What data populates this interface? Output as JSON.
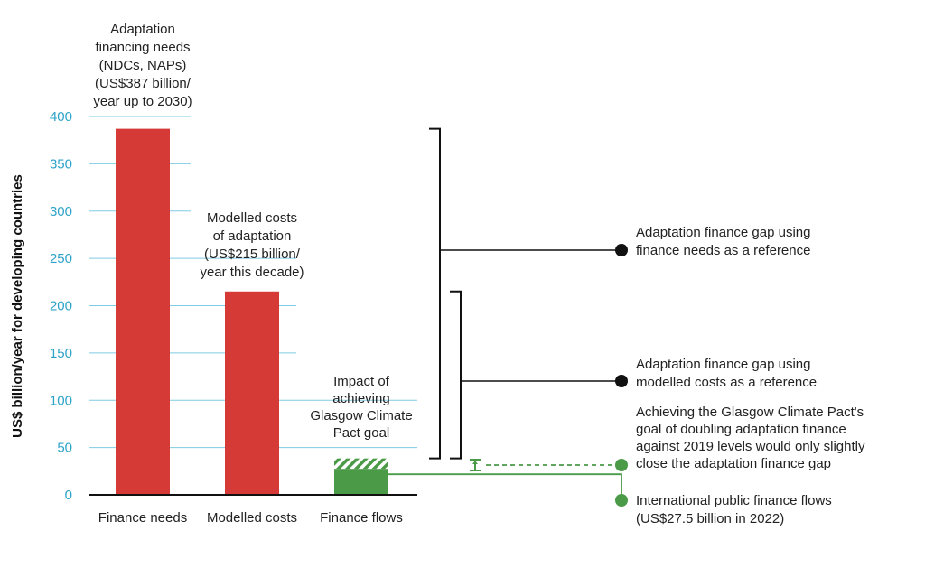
{
  "chart_data": {
    "type": "bar",
    "ylabel": "US$ billion/year for developing countries",
    "ylim": [
      0,
      400
    ],
    "yticks": [
      0,
      50,
      100,
      150,
      200,
      250,
      300,
      350,
      400
    ],
    "categories": [
      "Finance needs",
      "Modelled costs",
      "Finance flows"
    ],
    "values": [
      387,
      215,
      27.5
    ],
    "glasgow_goal_increment": 11,
    "colors": {
      "bar": "#d63a36",
      "flows": "#4a9a47",
      "tick": "#2ea3c9",
      "grid": "#7fcbe3",
      "bracket": "#111111"
    },
    "bar_labels": [
      [
        "Adaptation",
        "financing needs",
        "(NDCs, NAPs)",
        "(US$387 billion/",
        "year up to 2030)"
      ],
      [
        "Modelled costs",
        "of adaptation",
        "(US$215 billion/",
        "year this decade)"
      ],
      [
        "Impact of",
        "achieving",
        "Glasgow Climate",
        "Pact goal"
      ]
    ],
    "annotations": {
      "gap_needs": [
        "Adaptation finance gap using",
        "finance needs as a reference"
      ],
      "gap_costs": [
        "Adaptation finance gap using",
        "modelled costs as a reference"
      ],
      "glasgow": [
        "Achieving the Glasgow Climate Pact's",
        "goal of doubling adaptation finance",
        "against 2019 levels would only slightly",
        "close the adaptation finance gap"
      ],
      "flows": [
        "International public finance flows",
        "(US$27.5 billion in 2022)"
      ]
    }
  }
}
